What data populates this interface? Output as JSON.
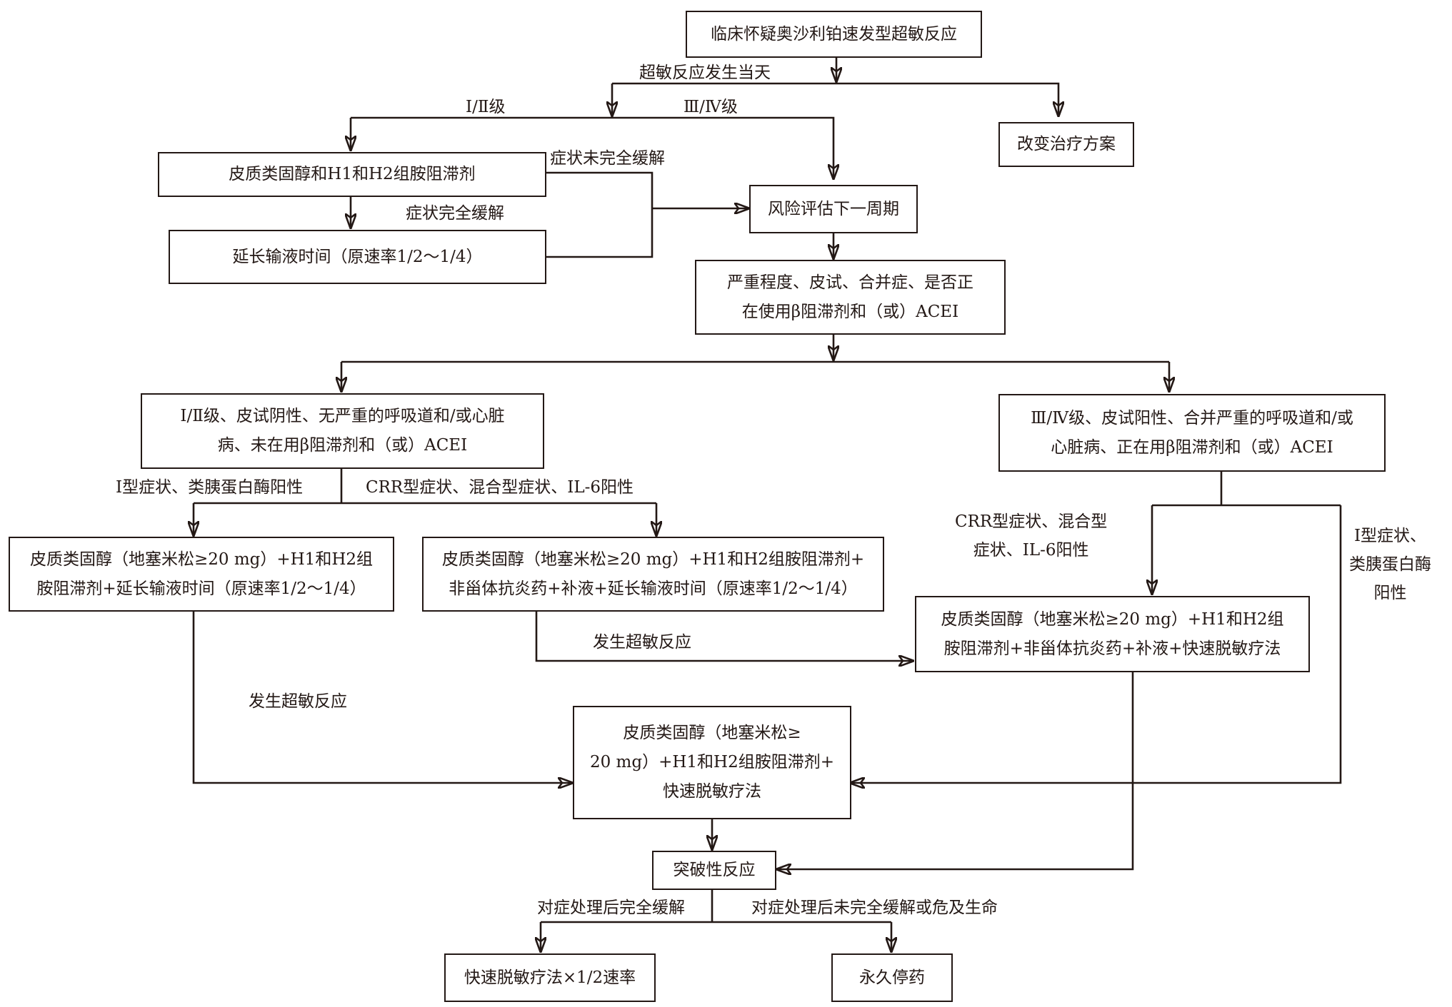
{
  "nodes": {
    "start": [
      "临床怀疑奥沙利铂速发型超敏反应"
    ],
    "change_plan": [
      "改变治疗方案"
    ],
    "steroid_h1h2": [
      "皮质类固醇和H1和H2组胺阻滞剂"
    ],
    "prolong_infusion": [
      "延长输液时间（原速率1/2～1/4）"
    ],
    "risk_assess": [
      "风险评估下一周期"
    ],
    "criteria": [
      "严重程度、皮试、合并症、是否正",
      "在使用β阻滞剂和（或）ACEI"
    ],
    "low_risk": [
      "Ⅰ/Ⅱ级、皮试阴性、无严重的呼吸道和/或心脏",
      "病、未在用β阻滞剂和（或）ACEI"
    ],
    "high_risk": [
      "Ⅲ/Ⅳ级、皮试阳性、合并严重的呼吸道和/或",
      "心脏病、正在用β阻滞剂和（或）ACEI"
    ],
    "low_type1_treat": [
      "皮质类固醇（地塞米松≥20 mg）+H1和H2组",
      "胺阻滞剂+延长输液时间（原速率1/2～1/4）"
    ],
    "low_crr_treat": [
      "皮质类固醇（地塞米松≥20 mg）+H1和H2组胺阻滞剂+",
      "非甾体抗炎药+补液+延长输液时间（原速率1/2～1/4）"
    ],
    "high_crr_treat": [
      "皮质类固醇（地塞米松≥20 mg）+H1和H2组",
      "胺阻滞剂+非甾体抗炎药+补液+快速脱敏疗法"
    ],
    "desensitize": [
      "皮质类固醇（地塞米松≥",
      "20 mg）+H1和H2组胺阻滞剂+",
      "快速脱敏疗法"
    ],
    "breakthrough": [
      "突破性反应"
    ],
    "half_rate": [
      "快速脱敏疗法×1/2速率"
    ],
    "stop": [
      "永久停药"
    ]
  },
  "labels": {
    "same_day": "超敏反应发生当天",
    "grade12": "Ⅰ/Ⅱ级",
    "grade34": "Ⅲ/Ⅳ级",
    "not_relieved": "症状未完全缓解",
    "relieved": "症状完全缓解",
    "low_type1": "Ⅰ型症状、类胰蛋白酶阳性",
    "low_crr": "CRR型症状、混合型症状、IL-6阳性",
    "high_crr": [
      "CRR型症状、混合型",
      "症状、IL-6阳性"
    ],
    "high_type1": [
      "Ⅰ型症状、",
      "类胰蛋白酶",
      "阳性"
    ],
    "hsr_1": "发生超敏反应",
    "hsr_2": "发生超敏反应",
    "after_relieved": "对症处理后完全缓解",
    "after_not_relieved": "对症处理后未完全缓解或危及生命"
  }
}
